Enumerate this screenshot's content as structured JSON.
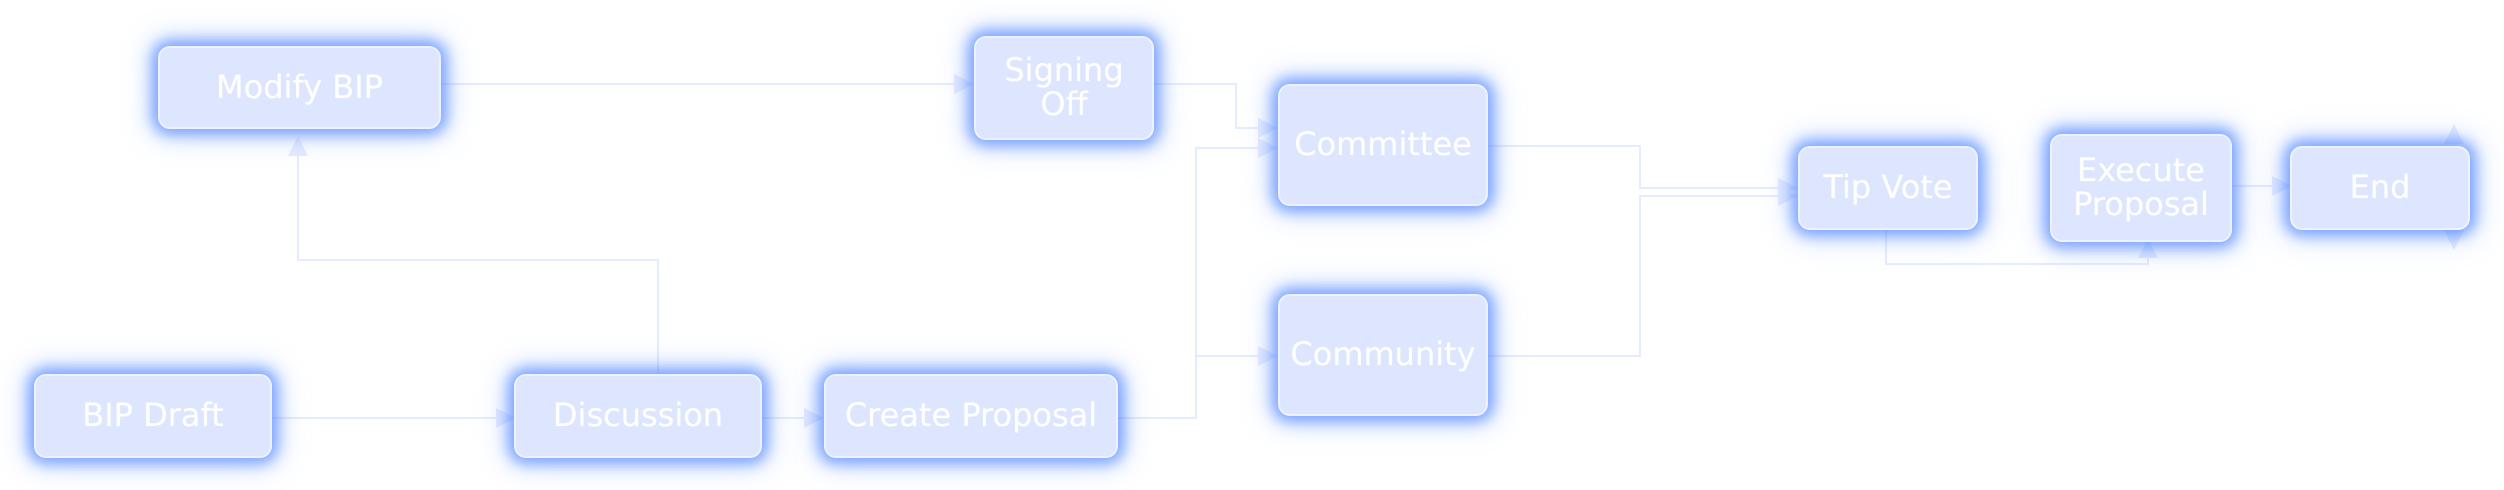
{
  "diagram": {
    "colors": {
      "node_fill": "#dde6fe",
      "node_border": "#eef2ff",
      "node_glow": "#3976ff",
      "node_text": "#ffffff",
      "edge": "#e6ecff"
    },
    "nodes": {
      "modify_bip": "Modify BIP",
      "signing_off": "Signing\nOff",
      "committee": "Committee",
      "tip_vote": "Tip Vote",
      "execute_proposal": "Execute\nProposal",
      "end": "End",
      "bip_draft": "BIP Draft",
      "discussion": "Discussion",
      "create_proposal": "Create Proposal",
      "community": "Community"
    },
    "edges": [
      {
        "from": "bip_draft",
        "to": "discussion"
      },
      {
        "from": "discussion",
        "to": "create_proposal"
      },
      {
        "from": "discussion",
        "to": "modify_bip"
      },
      {
        "from": "modify_bip",
        "to": "signing_off"
      },
      {
        "from": "create_proposal",
        "to": "committee"
      },
      {
        "from": "create_proposal",
        "to": "community"
      },
      {
        "from": "signing_off",
        "to": "committee"
      },
      {
        "from": "committee",
        "to": "tip_vote"
      },
      {
        "from": "community",
        "to": "tip_vote"
      },
      {
        "from": "tip_vote",
        "to": "execute_proposal"
      },
      {
        "from": "execute_proposal",
        "to": "end"
      }
    ]
  }
}
